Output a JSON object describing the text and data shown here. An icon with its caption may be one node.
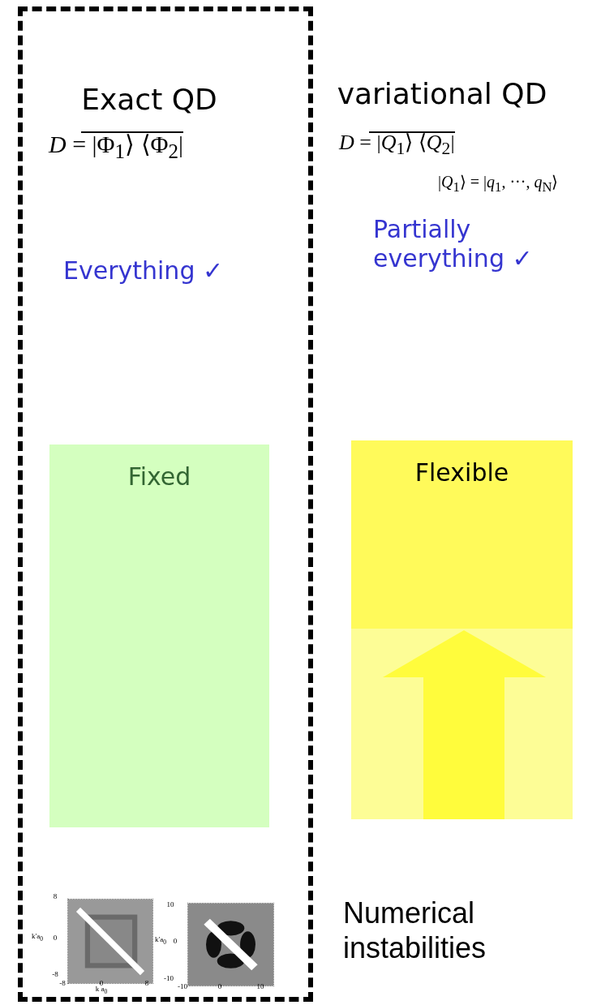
{
  "diagram": {
    "nodes": [
      {
        "text": [
          "Exact QD",
          "*D* = |Φ$_{1}$⟩ ⟨Φ$_{2}$|",
          "Everything ✓"
        ]
      },
      {
        "text": [
          "Fixed"
        ],
        "in": 0
      },
      {
        "text": [
          "Flexible"
        ]
      },
      {
        "text": [],
        "shape": "box"
      },
      {
        "text": [],
        "shape": "picture",
        "in": 0
      },
      {
        "text": [],
        "shape": "picture",
        "in": 0
      }
    ],
    "labels": [
      "variational QD",
      "*D* = |*Q*$_{1}$⟩ ⟨*Q*$_{2}$|",
      "|*Q*$_{1}$⟩ = |*q*$_{1}$, ···, *q*$_{N}$⟩",
      "Partially everything ✓",
      "8",
      "k′a$_{0}$",
      "0",
      "-8",
      "-8",
      "0",
      "8",
      "k a$_{0}$",
      "10",
      "k′a$_{0}$",
      "0",
      "-10",
      "-10",
      "0",
      "10",
      "Numerical instabilities"
    ]
  }
}
